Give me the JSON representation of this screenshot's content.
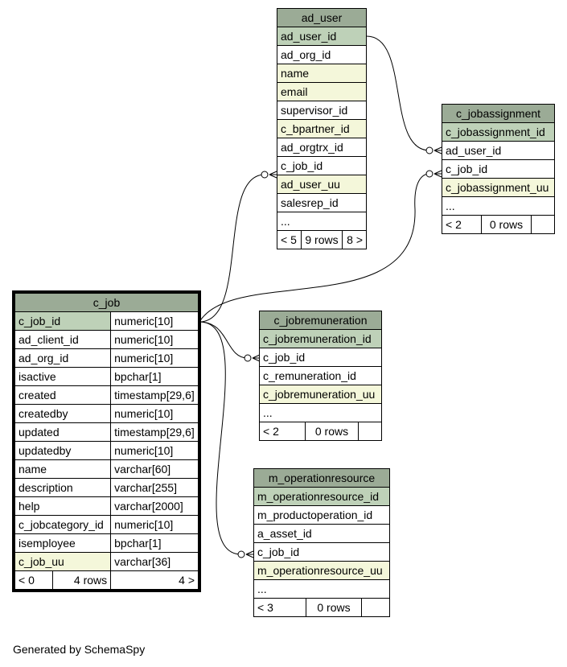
{
  "footer": "Generated by SchemaSpy",
  "tables": {
    "ad_user": {
      "name": "ad_user",
      "columns": [
        "ad_user_id",
        "ad_org_id",
        "name",
        "email",
        "supervisor_id",
        "c_bpartner_id",
        "ad_orgtrx_id",
        "c_job_id",
        "ad_user_uu",
        "salesrep_id",
        "..."
      ],
      "parents": "< 5",
      "rows": "9 rows",
      "children": "8 >"
    },
    "c_jobassignment": {
      "name": "c_jobassignment",
      "columns": [
        "c_jobassignment_id",
        "ad_user_id",
        "c_job_id",
        "c_jobassignment_uu",
        "..."
      ],
      "parents": "< 2",
      "rows": "0 rows",
      "children": ""
    },
    "c_jobremuneration": {
      "name": "c_jobremuneration",
      "columns": [
        "c_jobremuneration_id",
        "c_job_id",
        "c_remuneration_id",
        "c_jobremuneration_uu",
        "..."
      ],
      "parents": "< 2",
      "rows": "0 rows",
      "children": ""
    },
    "m_operationresource": {
      "name": "m_operationresource",
      "columns": [
        "m_operationresource_id",
        "m_productoperation_id",
        "a_asset_id",
        "c_job_id",
        "m_operationresource_uu",
        "..."
      ],
      "parents": "< 3",
      "rows": "0 rows",
      "children": ""
    },
    "c_job": {
      "name": "c_job",
      "columns": [
        {
          "name": "c_job_id",
          "type": "numeric[10]"
        },
        {
          "name": "ad_client_id",
          "type": "numeric[10]"
        },
        {
          "name": "ad_org_id",
          "type": "numeric[10]"
        },
        {
          "name": "isactive",
          "type": "bpchar[1]"
        },
        {
          "name": "created",
          "type": "timestamp[29,6]"
        },
        {
          "name": "createdby",
          "type": "numeric[10]"
        },
        {
          "name": "updated",
          "type": "timestamp[29,6]"
        },
        {
          "name": "updatedby",
          "type": "numeric[10]"
        },
        {
          "name": "name",
          "type": "varchar[60]"
        },
        {
          "name": "description",
          "type": "varchar[255]"
        },
        {
          "name": "help",
          "type": "varchar[2000]"
        },
        {
          "name": "c_jobcategory_id",
          "type": "numeric[10]"
        },
        {
          "name": "isemployee",
          "type": "bpchar[1]"
        },
        {
          "name": "c_job_uu",
          "type": "varchar[36]"
        }
      ],
      "parents": "< 0",
      "rows": "4 rows",
      "children": "4 >"
    }
  }
}
